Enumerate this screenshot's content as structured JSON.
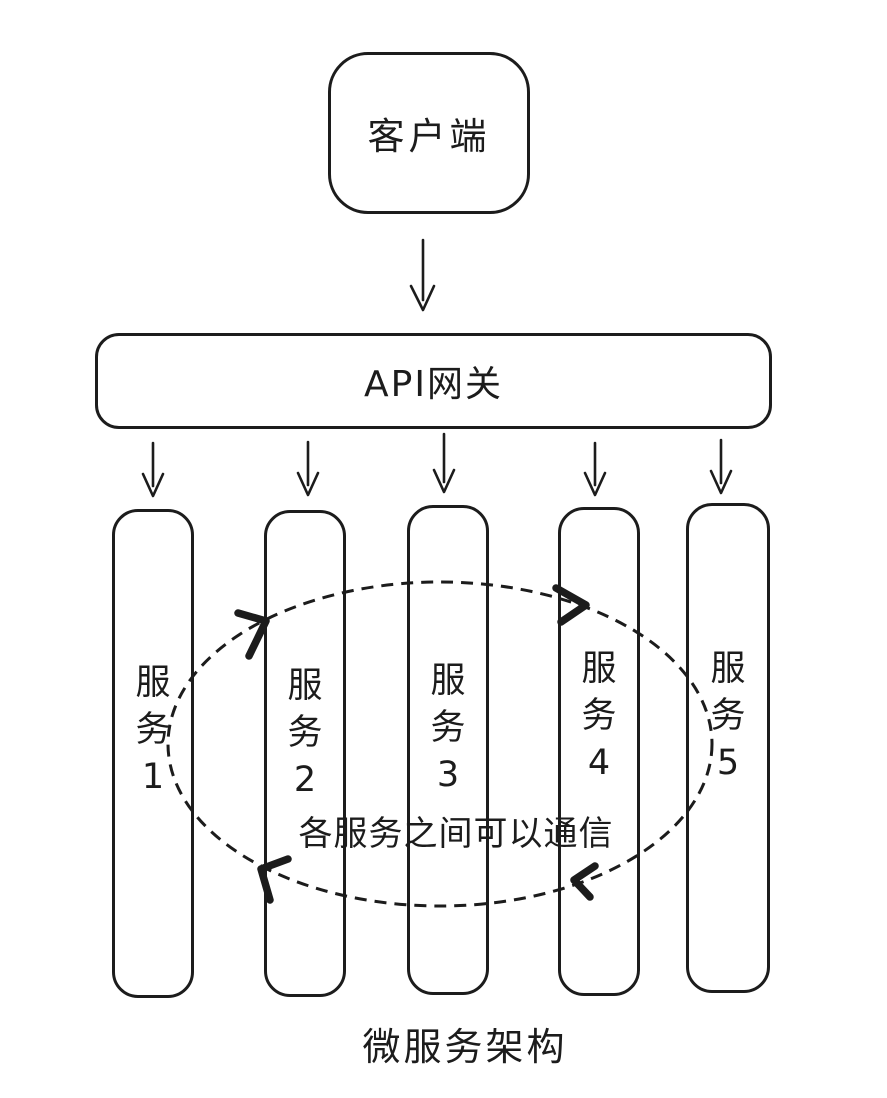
{
  "diagram": {
    "title": "微服务架构",
    "client": {
      "label": "客户端"
    },
    "gateway": {
      "label": "API网关"
    },
    "services": [
      {
        "l1": "服",
        "l2": "务",
        "num": "1"
      },
      {
        "l1": "服",
        "l2": "务",
        "num": "2"
      },
      {
        "l1": "服",
        "l2": "务",
        "num": "3"
      },
      {
        "l1": "服",
        "l2": "务",
        "num": "4"
      },
      {
        "l1": "服",
        "l2": "务",
        "num": "5"
      }
    ],
    "communication_note": "各服务之间可以通信",
    "communication_flow": "clockwise",
    "colors": {
      "ink": "#1c1c1c",
      "background": "#ffffff"
    }
  }
}
